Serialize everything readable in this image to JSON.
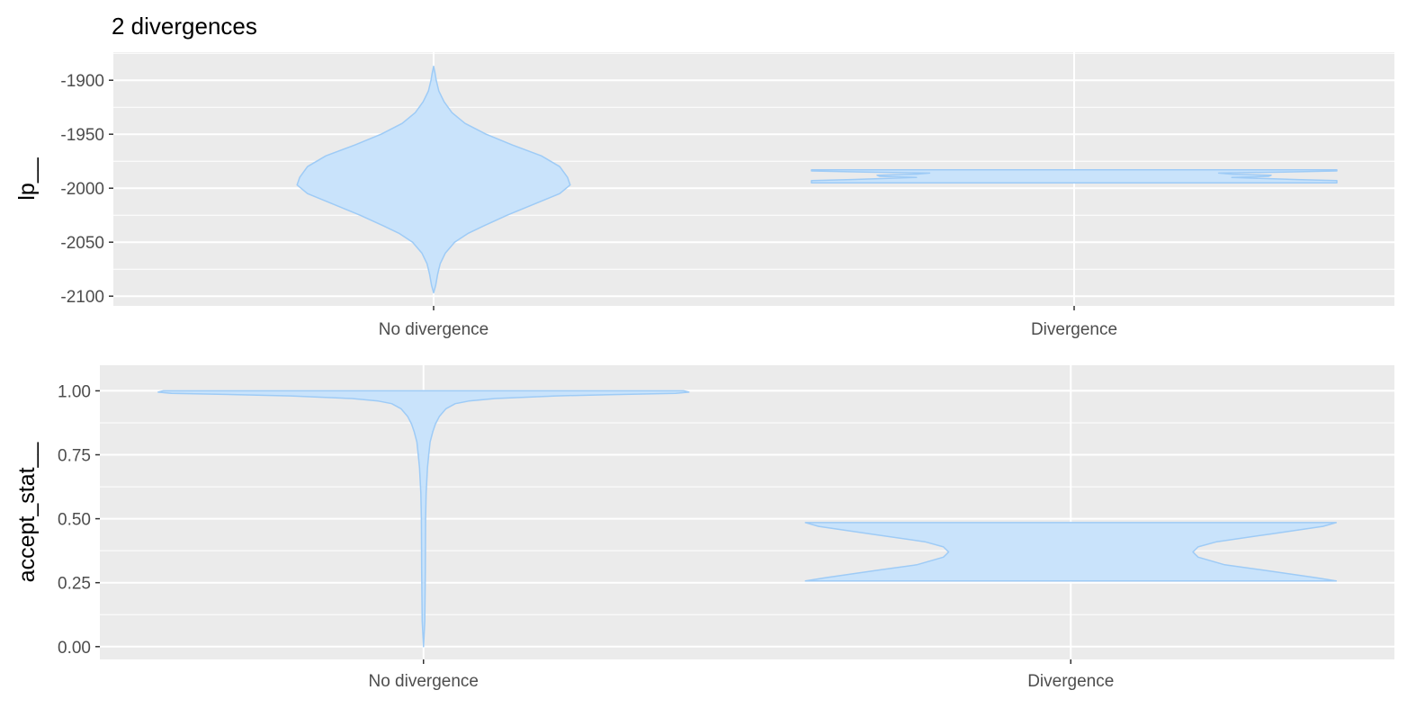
{
  "title": "2 divergences",
  "colors": {
    "panel_bg": "#ebebeb",
    "grid": "#ffffff",
    "violin_fill": "#c9e3fb",
    "violin_stroke": "#9ecbf6",
    "tick": "#333333"
  },
  "chart_data": [
    {
      "type": "violin",
      "ylabel": "lp__",
      "xlabel": "",
      "categories": [
        "No divergence",
        "Divergence"
      ],
      "yticks": [
        -1900,
        -1950,
        -2000,
        -2050,
        -2100
      ],
      "ylim": [
        -2109,
        -1874
      ],
      "grid": true,
      "violins": [
        {
          "category": "No divergence",
          "profile": [
            [
              -1887,
              0.0
            ],
            [
              -1893,
              0.005
            ],
            [
              -1900,
              0.01
            ],
            [
              -1910,
              0.02
            ],
            [
              -1920,
              0.04
            ],
            [
              -1930,
              0.07
            ],
            [
              -1940,
              0.12
            ],
            [
              -1950,
              0.2
            ],
            [
              -1960,
              0.3
            ],
            [
              -1970,
              0.41
            ],
            [
              -1980,
              0.48
            ],
            [
              -1990,
              0.51
            ],
            [
              -1997,
              0.52
            ],
            [
              -2005,
              0.48
            ],
            [
              -2015,
              0.38
            ],
            [
              -2025,
              0.28
            ],
            [
              -2035,
              0.19
            ],
            [
              -2042,
              0.13
            ],
            [
              -2050,
              0.08
            ],
            [
              -2060,
              0.045
            ],
            [
              -2070,
              0.025
            ],
            [
              -2080,
              0.015
            ],
            [
              -2090,
              0.008
            ],
            [
              -2097,
              0.0
            ]
          ]
        },
        {
          "category": "Divergence",
          "profile": [
            [
              -1983,
              1.0
            ],
            [
              -1984,
              1.0
            ],
            [
              -1985,
              0.8
            ],
            [
              -1986,
              0.55
            ],
            [
              -1987,
              0.6
            ],
            [
              -1988,
              0.75
            ],
            [
              -1989,
              0.74
            ],
            [
              -1990,
              0.6
            ],
            [
              -1991,
              0.72
            ],
            [
              -1992,
              0.85
            ],
            [
              -1993,
              1.0
            ],
            [
              -1995,
              1.0
            ]
          ]
        }
      ]
    },
    {
      "type": "violin",
      "ylabel": "accept_stat__",
      "xlabel": "",
      "categories": [
        "No divergence",
        "Divergence"
      ],
      "yticks": [
        1.0,
        0.75,
        0.5,
        0.25,
        0.0
      ],
      "yticklabels": [
        "1.00",
        "0.75",
        "0.50",
        "0.25",
        "0.00"
      ],
      "ylim": [
        -0.05,
        1.1
      ],
      "grid": true,
      "violins": [
        {
          "category": "No divergence",
          "profile": [
            [
              1.0,
              0.98
            ],
            [
              0.995,
              1.0
            ],
            [
              0.99,
              0.95
            ],
            [
              0.985,
              0.7
            ],
            [
              0.98,
              0.5
            ],
            [
              0.97,
              0.27
            ],
            [
              0.96,
              0.17
            ],
            [
              0.95,
              0.12
            ],
            [
              0.93,
              0.085
            ],
            [
              0.9,
              0.06
            ],
            [
              0.87,
              0.045
            ],
            [
              0.84,
              0.035
            ],
            [
              0.8,
              0.025
            ],
            [
              0.75,
              0.02
            ],
            [
              0.7,
              0.015
            ],
            [
              0.6,
              0.01
            ],
            [
              0.5,
              0.008
            ],
            [
              0.3,
              0.007
            ],
            [
              0.1,
              0.005
            ],
            [
              0.0,
              0.0
            ]
          ]
        },
        {
          "category": "Divergence",
          "profile": [
            [
              0.485,
              1.0
            ],
            [
              0.47,
              0.95
            ],
            [
              0.44,
              0.75
            ],
            [
              0.41,
              0.55
            ],
            [
              0.39,
              0.48
            ],
            [
              0.37,
              0.46
            ],
            [
              0.35,
              0.48
            ],
            [
              0.32,
              0.58
            ],
            [
              0.3,
              0.72
            ],
            [
              0.27,
              0.92
            ],
            [
              0.257,
              1.0
            ]
          ]
        }
      ]
    }
  ]
}
